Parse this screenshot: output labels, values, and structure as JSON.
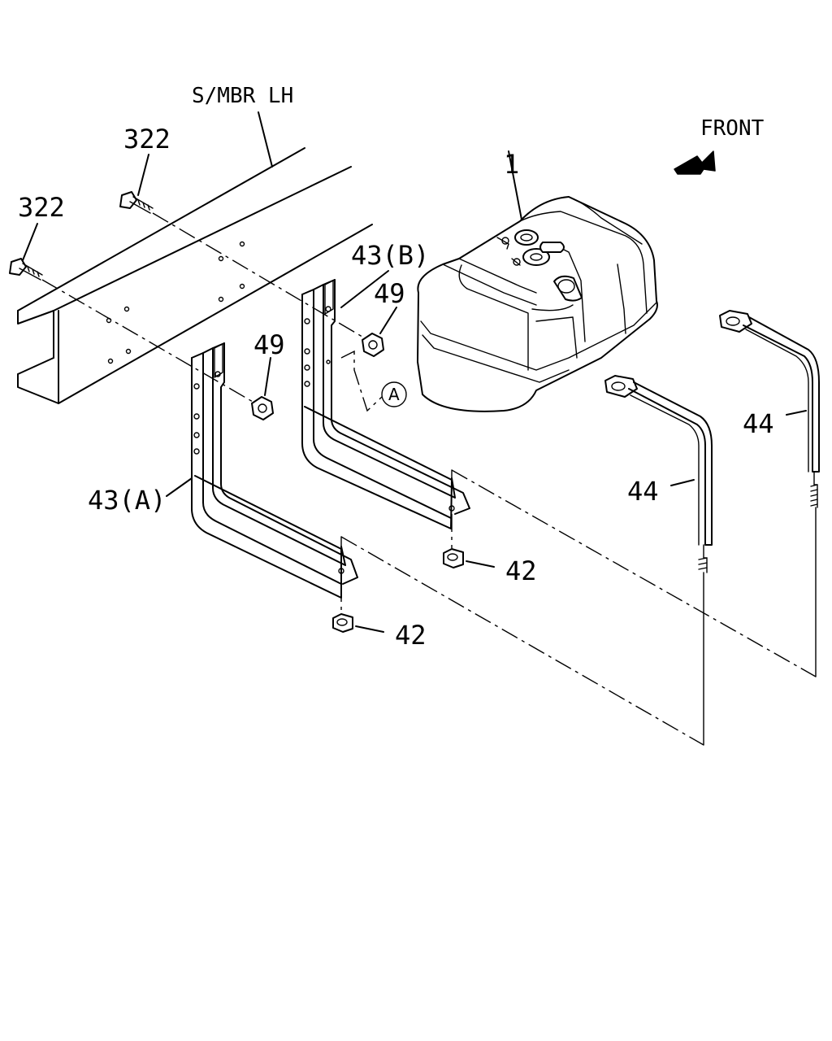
{
  "labels": {
    "frame": "S/MBR LH",
    "front": "FRONT",
    "bolt_upper": "322",
    "bolt_lower": "322",
    "tank": "1",
    "bracket_b": "43(B)",
    "bracket_a": "43(A)",
    "nut_b": "49",
    "nut_a": "49",
    "nut_42_right": "42",
    "nut_42_left": "42",
    "strap_right": "44",
    "strap_left": "44",
    "ref_circle": "A"
  }
}
